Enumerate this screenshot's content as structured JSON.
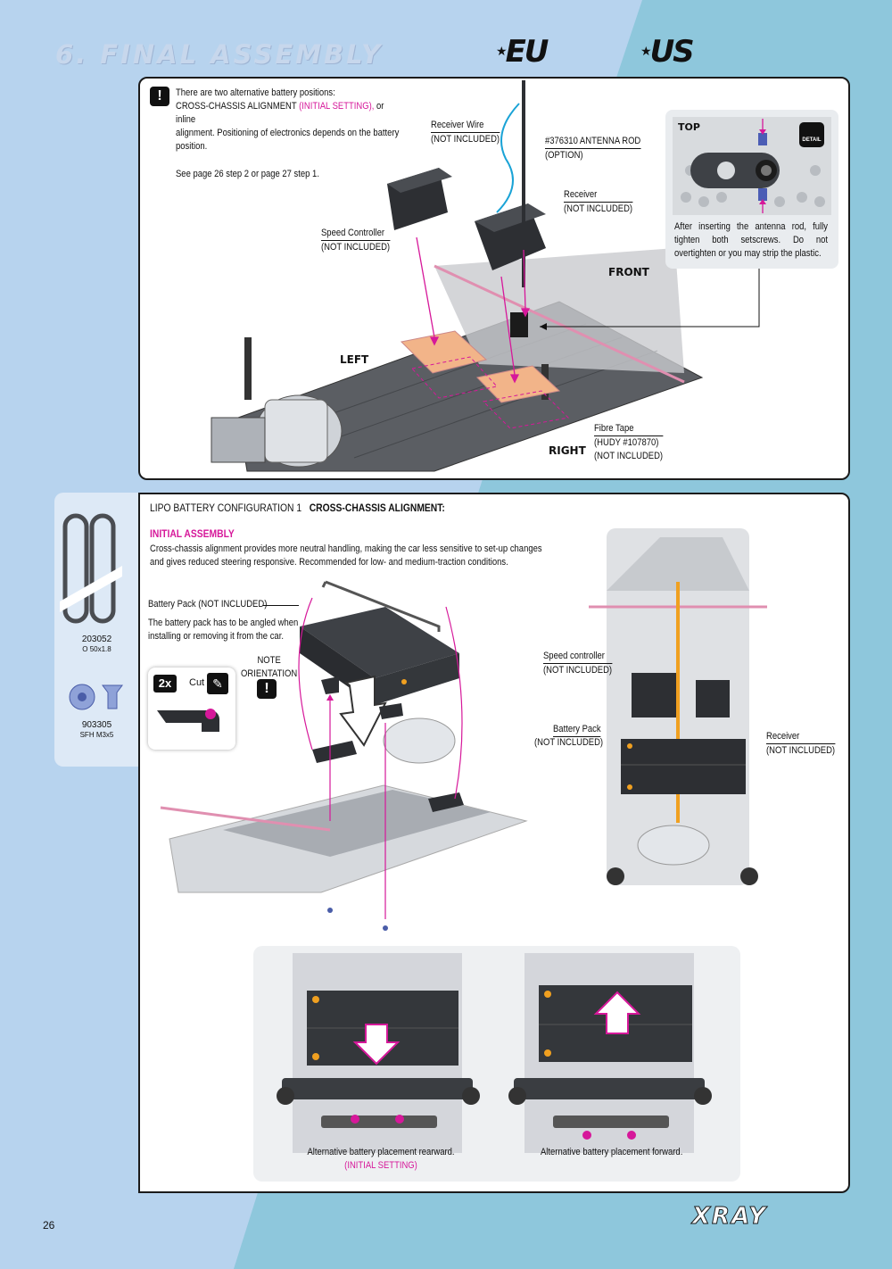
{
  "header": {
    "title": "6. FINAL ASSEMBLY",
    "region_logos": [
      "EU",
      "US"
    ]
  },
  "step1": {
    "note": {
      "line1": "There are two alternative battery positions:",
      "line2_a": "CROSS-CHASSIS ALIGNMENT",
      "line2_b": "(INITIAL SETTING),",
      "line2_c": "or inline",
      "line3": "alignment. Positioning of electronics depends on the battery",
      "line4": "position.",
      "ref": "See page 26 step 2 or page 27 step 1."
    },
    "labels": {
      "receiver_wire": "Receiver Wire",
      "receiver_wire_sub": "(NOT INCLUDED)",
      "antenna_rod": "#376310 ANTENNA ROD",
      "antenna_rod_sub": "(OPTION)",
      "receiver": "Receiver",
      "receiver_sub": "(NOT INCLUDED)",
      "speed_controller": "Speed Controller",
      "speed_controller_sub": "(NOT INCLUDED)",
      "fibre_tape": "Fibre Tape",
      "fibre_tape_sub1": "(HUDY #107870)",
      "fibre_tape_sub2": "(NOT INCLUDED)",
      "front": "FRONT",
      "left": "LEFT",
      "right": "RIGHT"
    },
    "detail": {
      "top": "TOP",
      "badge": "DETAIL",
      "text": "After inserting the antenna rod, fully tighten both setscrews. Do not overtighten or you may strip the plastic."
    }
  },
  "step2": {
    "heading_a": "LIPO BATTERY CONFIGURATION 1",
    "heading_b": "CROSS-CHASSIS ALIGNMENT:",
    "subheading": "INITIAL ASSEMBLY",
    "desc1": "Cross-chassis alignment provides more neutral handling, making the car less sensitive to set-up changes",
    "desc2": "and gives reduced steering responsive. Recommended for low- and medium-traction conditions.",
    "battery_pack": "Battery Pack (NOT INCLUDED)",
    "battery_note1": "The battery pack has to be angled when",
    "battery_note2": "installing or removing it from the car.",
    "note_orientation1": "NOTE",
    "note_orientation2": "ORIENTATION",
    "qty": "2x",
    "cut": "Cut",
    "right_labels": {
      "speed_controller": "Speed controller",
      "speed_controller_sub": "(NOT INCLUDED)",
      "battery_pack": "Battery Pack",
      "battery_pack_sub": "(NOT INCLUDED)",
      "receiver": "Receiver",
      "receiver_sub": "(NOT INCLUDED)"
    },
    "inset": {
      "rearward": "Alternative battery placement rearward.",
      "rearward_sub": "(INITIAL SETTING)",
      "forward": "Alternative battery placement forward."
    }
  },
  "parts": [
    {
      "code": "203052",
      "desc": "O 50x1.8"
    },
    {
      "code": "903305",
      "desc": "SFH M3x5"
    }
  ],
  "footer": {
    "page": "26",
    "brand": "XRAY"
  },
  "colors": {
    "accent": "#d6189a",
    "bg_left": "#b7d3ee",
    "bg_right": "#8ec7dc",
    "tape": "#f2b489"
  }
}
